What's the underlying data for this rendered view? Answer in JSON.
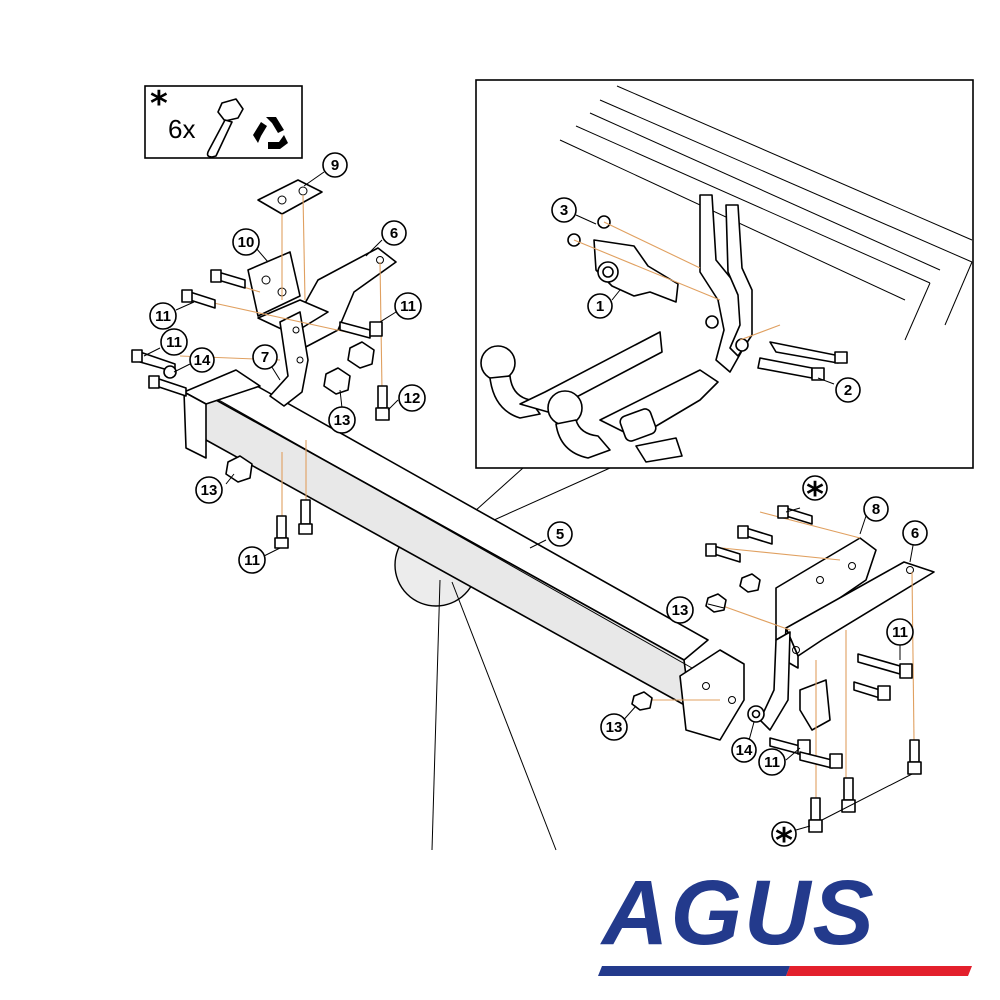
{
  "note_box": {
    "star": "*",
    "quantity": "6x",
    "recycle_icon": "recycle-icon"
  },
  "logo": {
    "text": "AGUS",
    "text_color": "#233a8c",
    "stripe_blue": "#233a8c",
    "stripe_red": "#e3202c"
  },
  "callouts": {
    "c9": "9",
    "c10": "10",
    "c6a": "6",
    "c11a": "11",
    "c11b": "11",
    "c11c": "11",
    "c14a": "14",
    "c7": "7",
    "c13a": "13",
    "c12": "12",
    "c13b": "13",
    "c11d": "11",
    "c3": "3",
    "c1": "1",
    "c2": "2",
    "c5": "5",
    "c8": "8",
    "c6b": "6",
    "c13c": "13",
    "c11e": "11",
    "c13d": "13",
    "c14b": "14",
    "c11f": "11",
    "star_a": "*",
    "star_b": "*"
  }
}
